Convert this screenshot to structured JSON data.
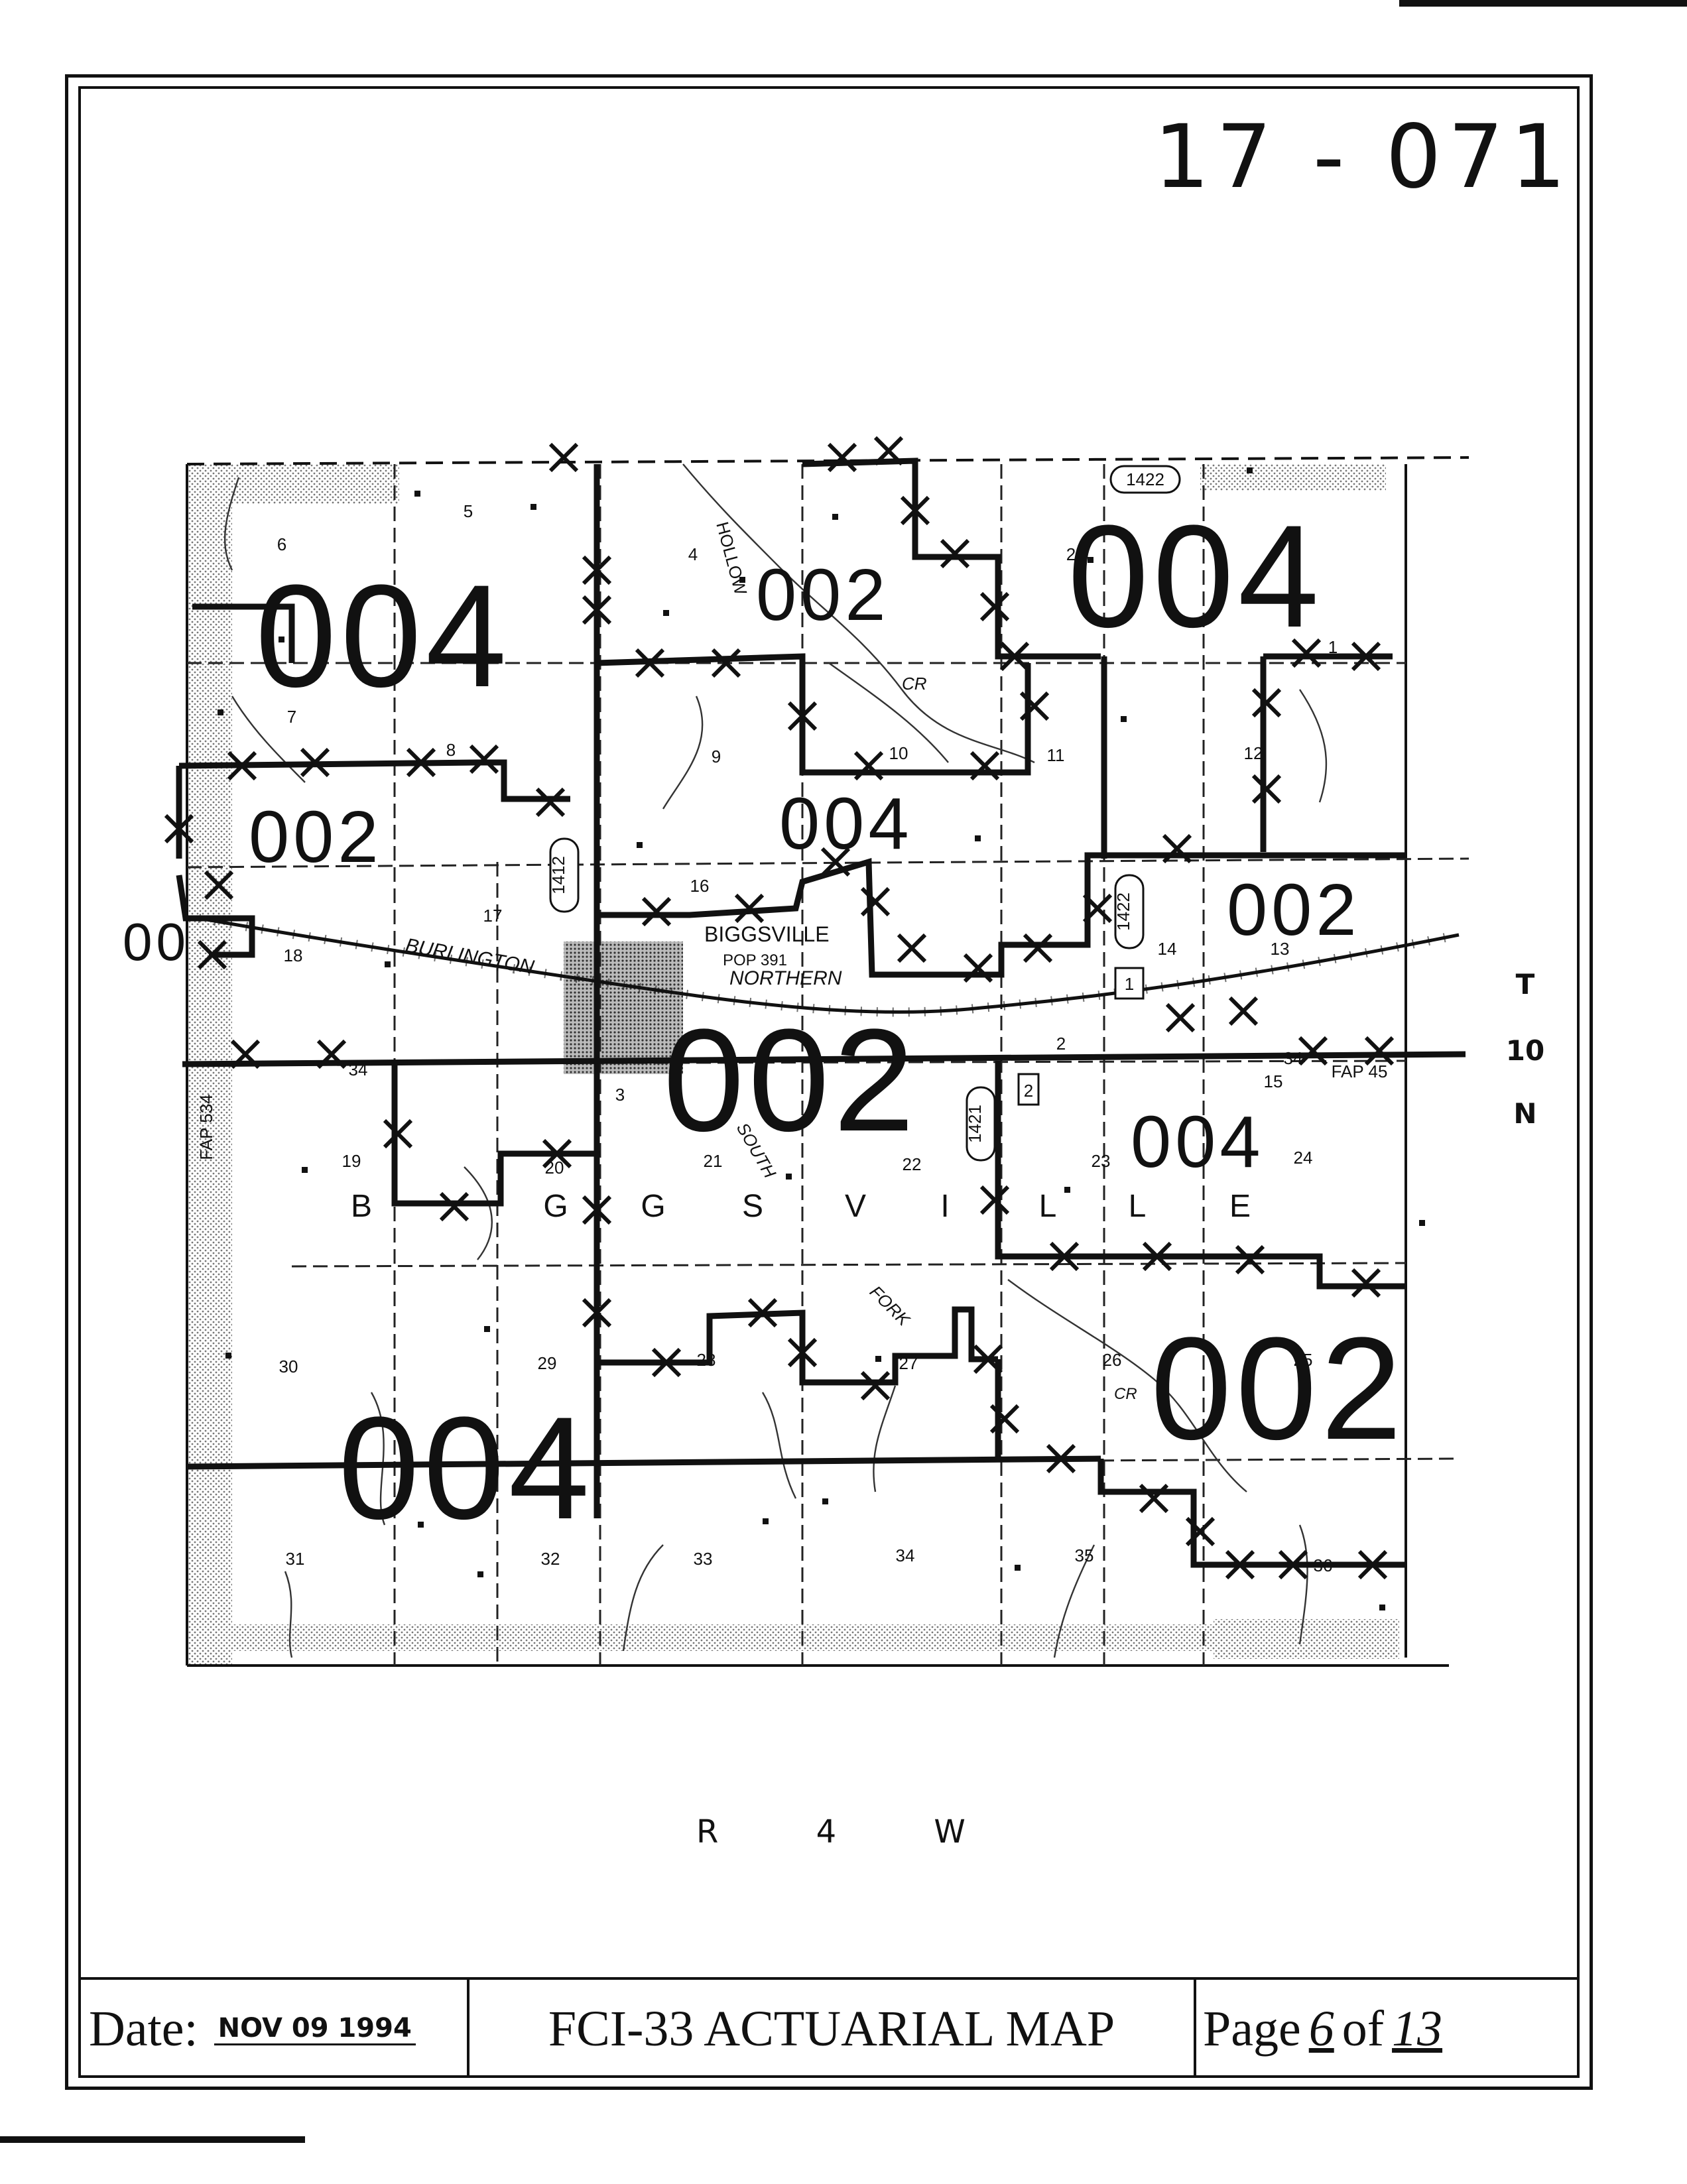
{
  "document": {
    "map_id": "17 - 071",
    "range_label": "R 4 W",
    "township_letters": [
      "T",
      "10",
      "N"
    ],
    "footer": {
      "date_label": "Date:",
      "date_value": "NOV 09 1994",
      "title": "FCI-33 ACTUARIAL MAP",
      "page_label": "Page",
      "page_number": "6",
      "of_label": "of",
      "page_total": "13"
    }
  },
  "map": {
    "township_name": [
      "B",
      "G",
      "G",
      "S",
      "V",
      "I",
      "L",
      "L",
      "E"
    ],
    "town": {
      "name": "BIGGSVILLE",
      "population": "POP 391"
    },
    "place_labels": [
      "HOLLOW",
      "CR",
      "BURLINGTON",
      "NORTHERN",
      "SOUTH",
      "FORK",
      "CR"
    ],
    "route_labels": [
      "1422",
      "1412",
      "1421",
      "1422",
      "FAP 534",
      "FAP 45",
      "34",
      "2",
      "1",
      "2",
      "34"
    ],
    "sections": [
      "1",
      "2",
      "3",
      "4",
      "5",
      "6",
      "7",
      "8",
      "9",
      "10",
      "11",
      "12",
      "13",
      "14",
      "15",
      "16",
      "17",
      "18",
      "19",
      "20",
      "21",
      "22",
      "23",
      "24",
      "25",
      "26",
      "27",
      "28",
      "29",
      "30",
      "31",
      "32",
      "33",
      "34",
      "35",
      "36"
    ],
    "zone_codes": [
      "004",
      "002",
      "004",
      "002",
      "004",
      "00",
      "002",
      "002",
      "004",
      "002",
      "004"
    ]
  }
}
